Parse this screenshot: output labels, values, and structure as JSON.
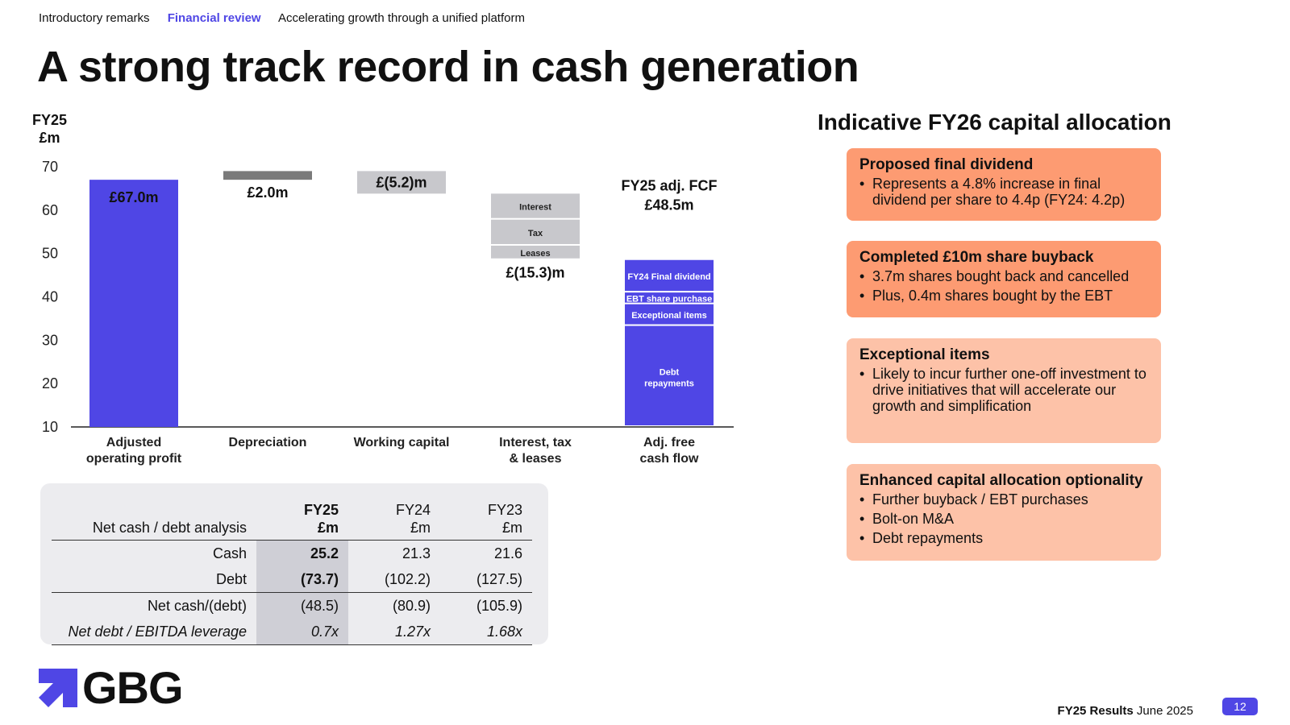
{
  "nav": {
    "items": [
      "Introductory remarks",
      "Financial review",
      "Accelerating growth through a unified platform"
    ],
    "active_index": 1
  },
  "title": "A strong track record in cash generation",
  "chart": {
    "unit_line1": "FY25",
    "unit_line2": "£m",
    "bar_color": "#4f46e5",
    "grey_dark": "#7a7a7a",
    "grey_light": "#c8c8cc"
  },
  "chart_data": {
    "type": "bar",
    "subtype": "waterfall",
    "ylim": [
      10,
      70
    ],
    "yticks": [
      10,
      20,
      30,
      40,
      50,
      60,
      70
    ],
    "categories": [
      [
        "Adjusted",
        "operating profit"
      ],
      [
        "Depreciation"
      ],
      [
        "Working capital"
      ],
      [
        "Interest, tax",
        "& leases"
      ],
      [
        "Adj. free",
        "cash flow"
      ]
    ],
    "bars": [
      {
        "label": "£67.0m",
        "start": 10,
        "end": 67.0,
        "style": "blue",
        "label_pos": "inside-top"
      },
      {
        "label": "£2.0m",
        "start": 69.0,
        "end": 67.0,
        "style": "dark",
        "label_pos": "below"
      },
      {
        "label": "£(5.2)m",
        "start": 69.0,
        "end": 63.8,
        "style": "light",
        "label_pos": "inside"
      },
      {
        "label": "£(15.3)m",
        "start": 63.8,
        "end": 48.5,
        "style": "light",
        "label_pos": "below",
        "segments": [
          {
            "label": "Interest",
            "size": 6.0
          },
          {
            "label": "Tax",
            "size": 6.0
          },
          {
            "label": "Leases",
            "size": 3.3
          }
        ]
      },
      {
        "label": "£48.5m",
        "header": "FY25 adj. FCF",
        "start": 10,
        "end": 48.5,
        "style": "blue",
        "label_pos": "above",
        "segments": [
          {
            "label": "FY24 Final dividend",
            "size": 7.5
          },
          {
            "label": "EBT share purchase",
            "size": 2.7
          },
          {
            "label": "Exceptional items",
            "size": 5.0
          },
          {
            "label": "Debt repayments",
            "size": 23.3
          }
        ]
      }
    ]
  },
  "table": {
    "header_label": "Net cash / debt analysis",
    "columns": [
      {
        "line1": "FY25",
        "line2": "£m"
      },
      {
        "line1": "FY24",
        "line2": "£m"
      },
      {
        "line1": "FY23",
        "line2": "£m"
      }
    ],
    "rows": [
      {
        "label": "Cash",
        "values": [
          "25.2",
          "21.3",
          "21.6"
        ]
      },
      {
        "label": "Debt",
        "values": [
          "(73.7)",
          "(102.2)",
          "(127.5)"
        ]
      },
      {
        "label": "Net cash/(debt)",
        "values": [
          "(48.5)",
          "(80.9)",
          "(105.9)"
        ]
      },
      {
        "label": "Net debt / EBITDA leverage",
        "values": [
          "0.7x",
          "1.27x",
          "1.68x"
        ]
      }
    ]
  },
  "logo": {
    "text": "GBG",
    "color": "#4f46e5"
  },
  "footer": {
    "bold": "FY25 Results",
    "text": "June 2025",
    "page": "12"
  },
  "allocation": {
    "title": "Indicative FY26 capital allocation",
    "cards": [
      {
        "title": "Proposed final dividend",
        "bullets": [
          "Represents a 4.8% increase in final dividend per share to 4.4p (FY24: 4.2p)"
        ]
      },
      {
        "title": "Completed £10m share buyback",
        "bullets": [
          "3.7m shares bought back and cancelled",
          "Plus, 0.4m shares bought by the EBT"
        ]
      },
      {
        "title": "Exceptional items",
        "bullets": [
          "Likely to incur further one-off investment to drive initiatives that will accelerate our growth and simplification"
        ]
      },
      {
        "title": "Enhanced capital allocation optionality",
        "bullets": [
          "Further buyback / EBT purchases",
          "Bolt-on M&A",
          "Debt repayments"
        ]
      }
    ]
  }
}
